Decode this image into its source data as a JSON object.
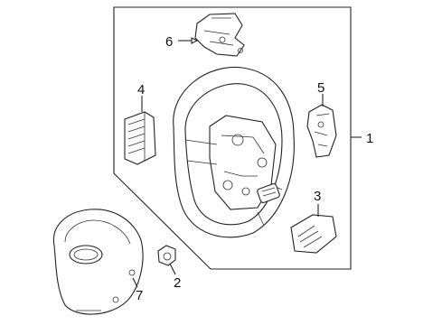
{
  "callouts": {
    "c1": "1",
    "c2": "2",
    "c3": "3",
    "c4": "4",
    "c5": "5",
    "c6": "6",
    "c7": "7"
  },
  "icons": [
    "steering-wheel-icon",
    "airbag-module-icon",
    "mounting-bolt-icon",
    "switch-assembly-icon",
    "clockspring-icon",
    "cover-icon"
  ]
}
